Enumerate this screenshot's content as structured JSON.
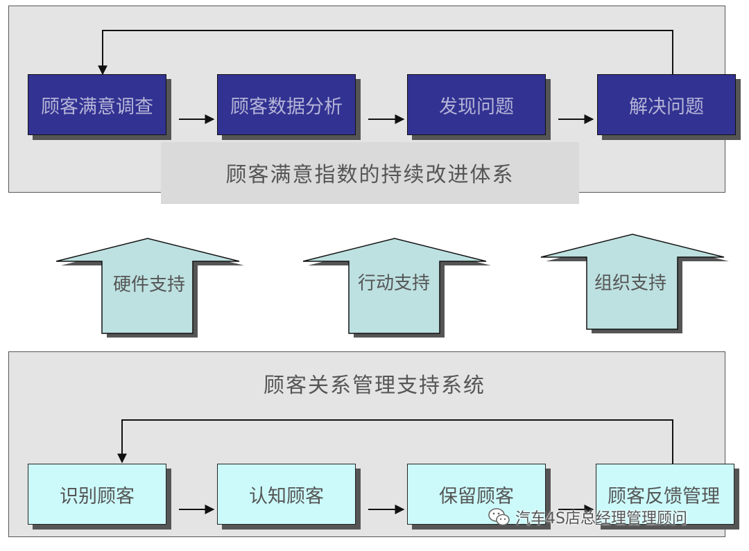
{
  "top_section": {
    "steps": [
      "顾客满意调查",
      "顾客数据分析",
      "发现问题",
      "解决问题"
    ],
    "title": "顾客满意指数的持续改进体系"
  },
  "supports": [
    "硬件支持",
    "行动支持",
    "组织支持"
  ],
  "bottom_section": {
    "title": "顾客关系管理支持系统",
    "steps": [
      "识别顾客",
      "认知顾客",
      "保留顾客",
      "顾客反馈管理"
    ]
  },
  "watermark": {
    "text": "汽车4S店总经理管理顾问",
    "icon": "wechat-icon"
  },
  "colors": {
    "top_box_fill": "#323292",
    "bottom_box_fill": "#ccfafa",
    "up_arrow_fill": "#bde0e0",
    "panel_fill": "#e4e4e4"
  }
}
